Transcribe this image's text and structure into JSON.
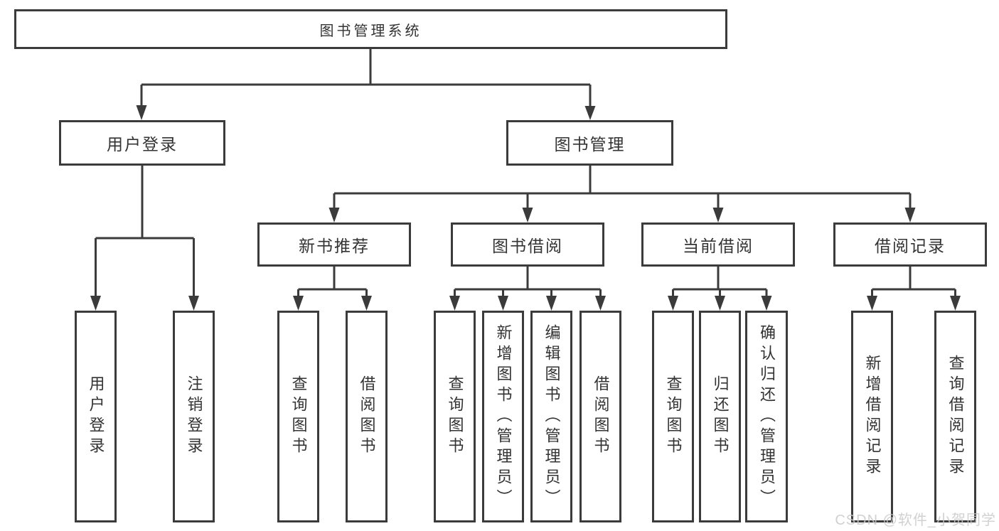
{
  "colors": {
    "line": "#3b3b3b",
    "node_text": "#333333",
    "watermark_text": "#c9c9c9",
    "background": "#ffffff"
  },
  "diagram_type": "hierarchy-tree",
  "tree": {
    "root": {
      "label": "图书管理系统",
      "children": [
        {
          "label": "用户登录",
          "children": [
            {
              "label": "用户登录"
            },
            {
              "label": "注销登录"
            }
          ]
        },
        {
          "label": "图书管理",
          "children": [
            {
              "label": "新书推荐",
              "children": [
                {
                  "label": "查询图书"
                },
                {
                  "label": "借阅图书"
                }
              ]
            },
            {
              "label": "图书借阅",
              "children": [
                {
                  "label": "查询图书"
                },
                {
                  "label": "新增图书（管理员）"
                },
                {
                  "label": "编辑图书（管理员）"
                },
                {
                  "label": "借阅图书"
                }
              ]
            },
            {
              "label": "当前借阅",
              "children": [
                {
                  "label": "查询图书"
                },
                {
                  "label": "归还图书"
                },
                {
                  "label": "确认归还（管理员）"
                }
              ]
            },
            {
              "label": "借阅记录",
              "children": [
                {
                  "label": "新增借阅记录"
                },
                {
                  "label": "查询借阅记录"
                }
              ]
            }
          ]
        }
      ]
    }
  },
  "watermark": {
    "text": "CSDN @软件_小贺同学"
  }
}
